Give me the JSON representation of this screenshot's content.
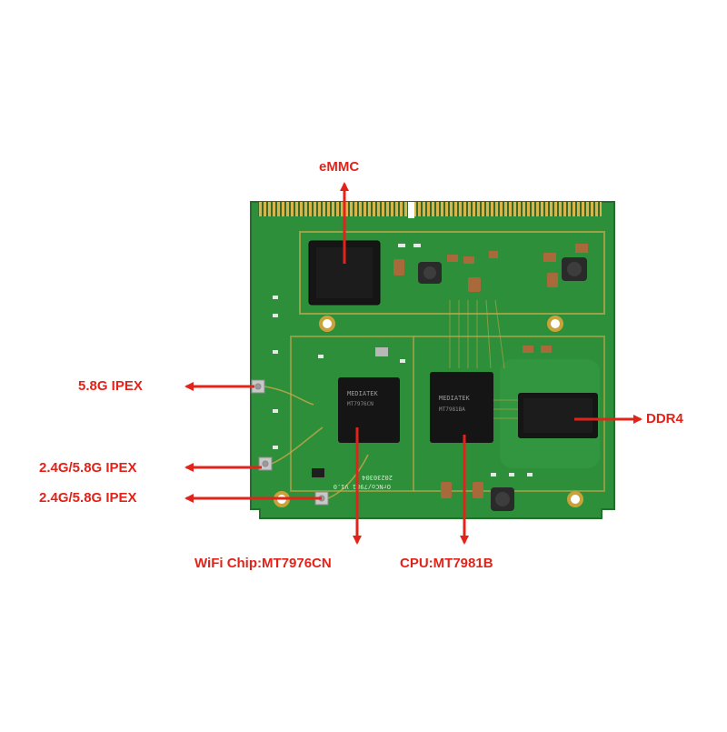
{
  "labels": {
    "emmc": "eMMC",
    "ipex_58": "5.8G IPEX",
    "ipex_24_58_a": "2.4G/5.8G IPEX",
    "ipex_24_58_b": "2.4G/5.8G IPEX",
    "ddr4": "DDR4",
    "wifi_chip": "WiFi Chip:MT7976CN",
    "cpu": "CPU:MT7981B"
  },
  "board_marks": {
    "wifi_chip_brand": "MEDIATEK",
    "wifi_chip_part": "MT7976CN",
    "cpu_brand": "MEDIATEK",
    "cpu_part": "MT7981BA",
    "board_version": "OrNCo/7981 V1.0",
    "board_date": "20230304"
  },
  "colors": {
    "annotation": "#e2231a",
    "pcb": "#2e8f3a",
    "trace": "#c9a94a",
    "chip": "#151515",
    "gold": "#c9a23c"
  }
}
